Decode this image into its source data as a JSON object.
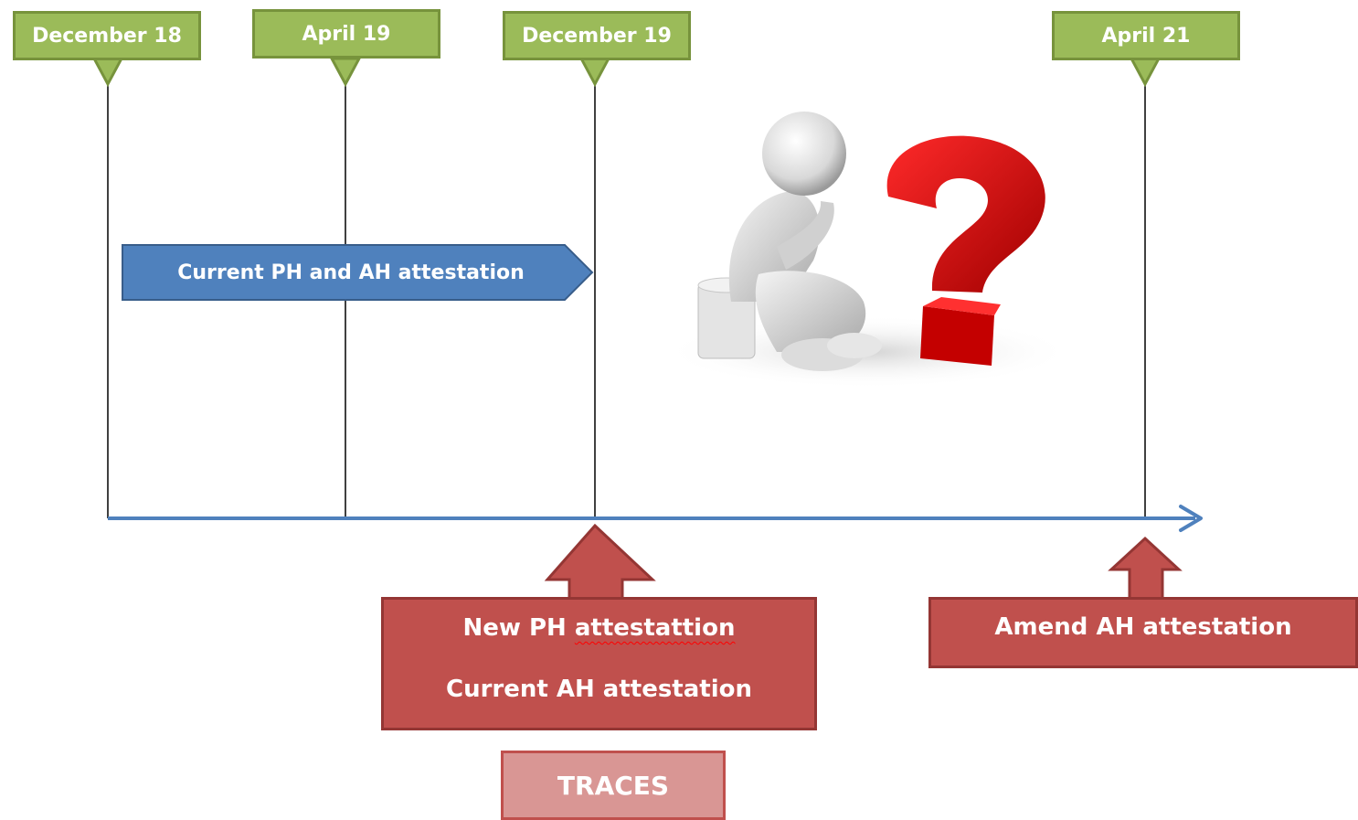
{
  "milestones": [
    {
      "label": "December 18"
    },
    {
      "label": "April 19"
    },
    {
      "label": "December 19"
    },
    {
      "label": "April 21"
    }
  ],
  "phase": {
    "label": "Current PH and AH attestation"
  },
  "action_boxes": {
    "dec19": {
      "line1_prefix": "New PH ",
      "line1_word": "attestattion",
      "line2": "Current AH attestation"
    },
    "apr21": {
      "line1": "Amend AH attestation"
    }
  },
  "traces": {
    "label": "TRACES"
  },
  "illustration": {
    "icon": "thinking-figure-question-mark-icon"
  },
  "colors": {
    "milestone_fill": "#9bbb59",
    "milestone_border": "#77933c",
    "phase_fill": "#4f81bd",
    "action_fill": "#c0504d",
    "traces_fill": "#d99694",
    "timeline": "#4f81bd",
    "question_mark": "#c00000"
  }
}
